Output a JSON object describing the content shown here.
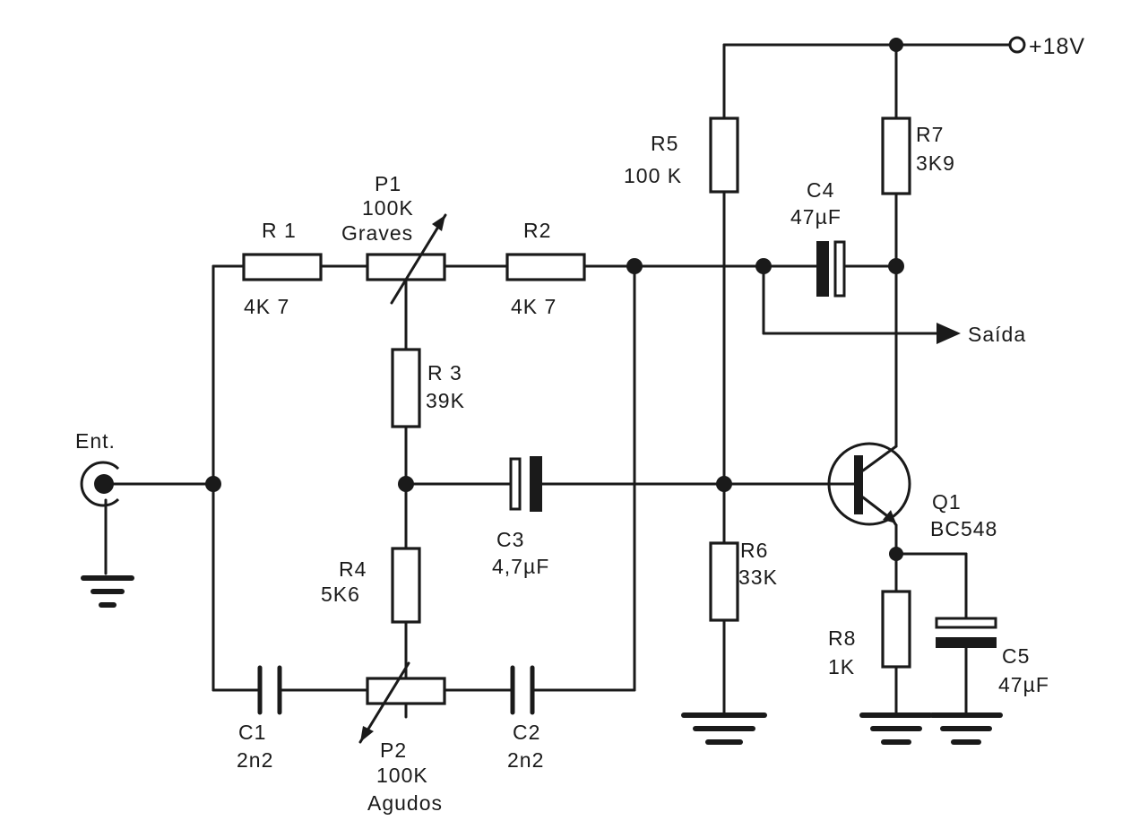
{
  "supply": {
    "label": "+18V"
  },
  "input": {
    "label": "Ent."
  },
  "output": {
    "label": "Saída"
  },
  "components": {
    "R1": {
      "name": "R 1",
      "value": "4K 7"
    },
    "P1": {
      "name": "P1",
      "value": "100K",
      "function": "Graves"
    },
    "R2": {
      "name": "R2",
      "value": "4K 7"
    },
    "R3": {
      "name": "R 3",
      "value": "39K"
    },
    "R4": {
      "name": "R4",
      "value": "5K6"
    },
    "P2": {
      "name": "P2",
      "value": "100K",
      "function": "Agudos"
    },
    "C1": {
      "name": "C1",
      "value": "2n2"
    },
    "C2": {
      "name": "C2",
      "value": "2n2"
    },
    "C3": {
      "name": "C3",
      "value": "4,7µF"
    },
    "R5": {
      "name": "R5",
      "value": "100 K"
    },
    "R6": {
      "name": "R6",
      "value": "33K"
    },
    "R7": {
      "name": "R7",
      "value": "3K9"
    },
    "C4": {
      "name": "C4",
      "value": "47µF"
    },
    "Q1": {
      "name": "Q1",
      "value": "BC548"
    },
    "R8": {
      "name": "R8",
      "value": "1K"
    },
    "C5": {
      "name": "C5",
      "value": "47µF"
    }
  }
}
